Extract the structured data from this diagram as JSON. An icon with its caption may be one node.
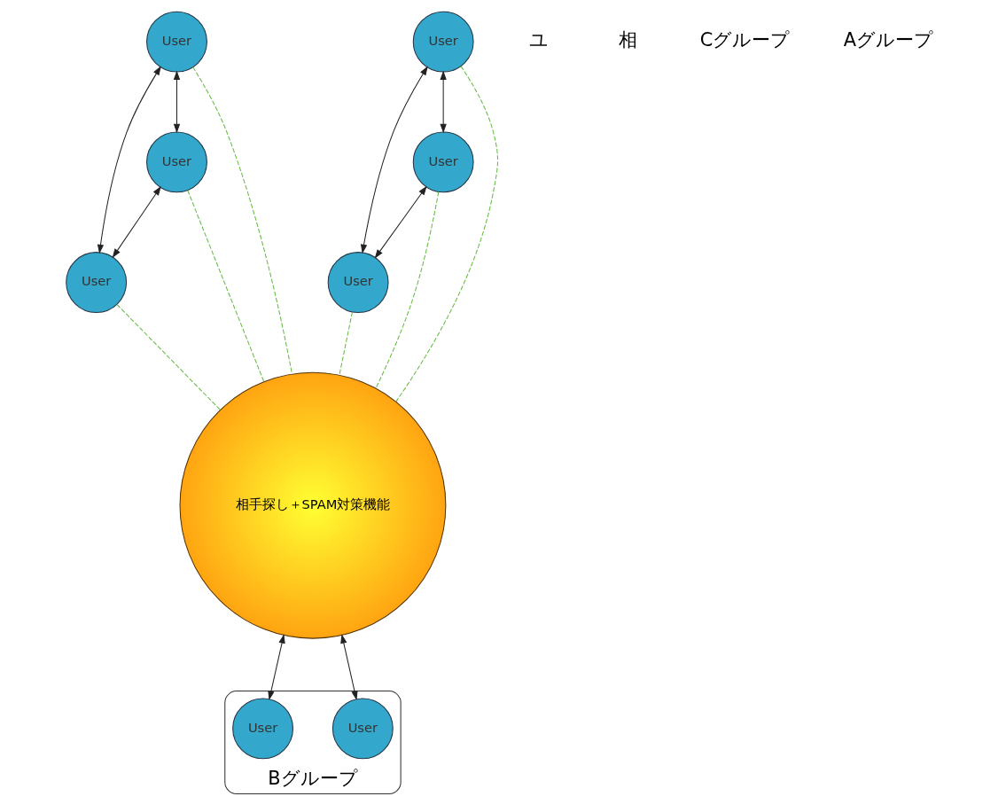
{
  "diagram": {
    "nodes": [
      {
        "text": [
          "Bグループ"
        ]
      },
      {
        "text": [
          "User"
        ],
        "in": 0
      },
      {
        "text": [
          "User"
        ],
        "in": 0
      },
      {
        "text": [
          "User"
        ]
      },
      {
        "text": [
          "User"
        ]
      },
      {
        "text": [
          "User"
        ]
      },
      {
        "text": [
          "User"
        ]
      },
      {
        "text": [
          "User"
        ]
      },
      {
        "text": [
          "User"
        ]
      },
      {
        "text": [
          "相手探し＋SPAM対策機能"
        ]
      }
    ],
    "edges": [
      {
        "from": 9,
        "to": 1,
        "arrow": "both"
      },
      {
        "from": 9,
        "to": 2,
        "arrow": "both"
      },
      {
        "from": 3,
        "to": 4,
        "arrow": "both"
      },
      {
        "from": 3,
        "to": 5,
        "arrow": "both"
      },
      {
        "from": 4,
        "to": 5,
        "arrow": "both"
      },
      {
        "from": 6,
        "to": 7,
        "arrow": "both"
      },
      {
        "from": 6,
        "to": 8,
        "arrow": "both"
      },
      {
        "from": 7,
        "to": 8,
        "arrow": "both"
      },
      {
        "from": 3,
        "to": 9,
        "arrow": "none",
        "style": "dashed",
        "color": "#66bb44"
      },
      {
        "from": 4,
        "to": 9,
        "arrow": "none",
        "style": "dashed",
        "color": "#66bb44"
      },
      {
        "from": 5,
        "to": 9,
        "arrow": "none",
        "style": "dashed",
        "color": "#66bb44"
      },
      {
        "from": 6,
        "to": 9,
        "arrow": "none",
        "style": "dashed",
        "color": "#66bb44"
      },
      {
        "from": 7,
        "to": 9,
        "arrow": "none",
        "style": "dashed",
        "color": "#66bb44"
      },
      {
        "from": 8,
        "to": 9,
        "arrow": "none",
        "style": "dashed",
        "color": "#66bb44"
      }
    ],
    "labels": [
      "ユ",
      "相",
      "Cグループ",
      "Aグループ"
    ]
  }
}
